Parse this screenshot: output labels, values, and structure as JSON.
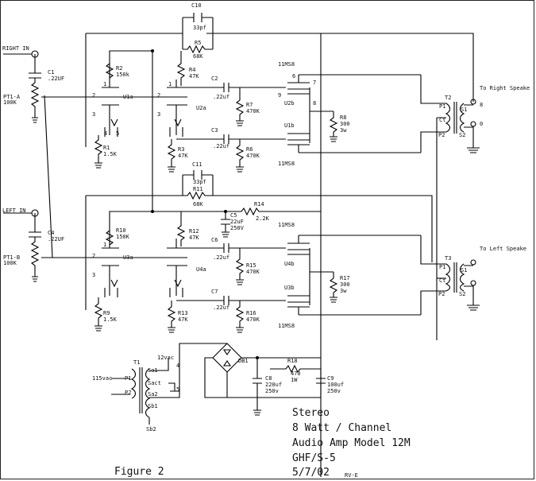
{
  "inputs": {
    "right": "RIGHT IN",
    "left": "LEFT IN"
  },
  "outputs": {
    "right": "To Right Speake",
    "left": "To Left Speake"
  },
  "components": {
    "c10": "C10",
    "c10v": "33pf",
    "r5": "R5",
    "r5v": "68K",
    "c1": "C1",
    "c1v": ".22UF",
    "pt1a": "PT1-A",
    "pt1av": "100K",
    "r2": "R2",
    "r2v": "150k",
    "r4": "R4",
    "r4v": "47K",
    "u1a": "U1a",
    "u2a": "U2a",
    "c2": "C2",
    "c2v": ".22uf",
    "r7": "R7",
    "r7v": "470K",
    "u2b": "U2b",
    "u1b": "U1b",
    "r8": "R8",
    "r8v": "300",
    "r8w": "3w",
    "c3": "C3",
    "c3v": ".22uf",
    "r1": "R1",
    "r1v": "1.5K",
    "r3": "R3",
    "r3v": "47K",
    "r6": "R6",
    "r6v": "470K",
    "tube1": "11MS8",
    "tube2": "11MS8",
    "tube3": "11MS8",
    "tube4": "11MS8",
    "t2": "T2",
    "c11": "C11",
    "c11v": "33pf",
    "r11": "R11",
    "r11v": "68K",
    "r14": "R14",
    "r14v": "2.2K",
    "c5": "C5",
    "c5v": "22uF",
    "c5w": "250V",
    "c4": "C4",
    "c4v": ".22UF",
    "pt1b": "PT1-B",
    "pt1bv": "100K",
    "r10": "R10",
    "r10v": "150K",
    "r12": "R12",
    "r12v": "47K",
    "u3a": "U3a",
    "u4a": "U4a",
    "c6": "C6",
    "c6v": ".22uf",
    "r15": "R15",
    "r15v": "470K",
    "u4b": "U4b",
    "u3b": "U3b",
    "r17": "R17",
    "r17v": "300",
    "r17w": "3w",
    "c7": "C7",
    "c7v": ".22uf",
    "r9": "R9",
    "r9v": "1.5K",
    "r13": "R13",
    "r13v": "47K",
    "r16": "R16",
    "r16v": "470K",
    "t3": "T3",
    "t1": "T1",
    "ac": "115vac",
    "p1": "P1",
    "p2": "P2",
    "s1": "S1",
    "s2": "S2",
    "ct": "Ct",
    "sa1": "Sa1",
    "sact": "Sact",
    "sa2": "Sa2",
    "sb1": "Sb1",
    "sb2": "Sb2",
    "v12": "12vac",
    "db1": "DB1",
    "r18": "R18",
    "r18v": "470",
    "r18w": "1W",
    "c8": "C8",
    "c8v": "220uf",
    "c8w": "250v",
    "c9": "C9",
    "c9v": "100uf",
    "c9w": "250v"
  },
  "pins": [
    "1",
    "2",
    "3",
    "4",
    "5",
    "6",
    "7",
    "8",
    "9",
    "0"
  ],
  "title": {
    "line1": "Stereo",
    "line2": "8 Watt / Channel",
    "line3": "Audio Amp Model 12M",
    "line4": "GHF/S-5",
    "line5": "5/7/02",
    "rev": "RV-E"
  },
  "figure": "Figure 2"
}
